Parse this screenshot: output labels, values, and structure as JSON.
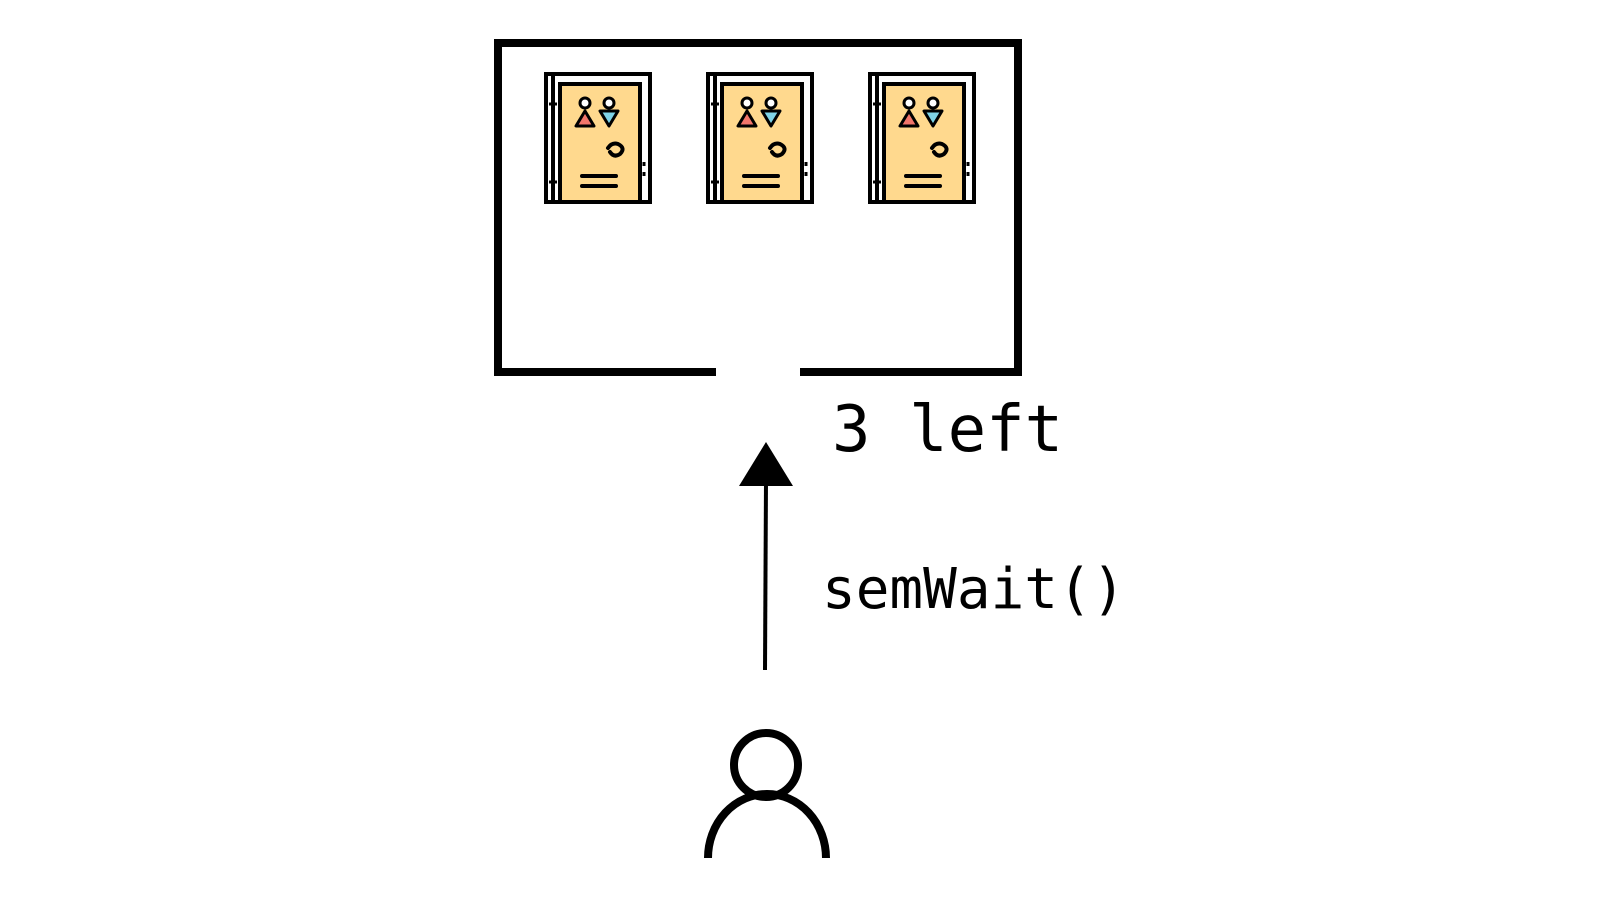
{
  "semaphore": {
    "remaining_text": "3 left",
    "operation_text": "semWait()",
    "available_slots": 3
  },
  "room": {
    "doors": [
      {
        "icon": "restroom-door-icon",
        "state": "free"
      },
      {
        "icon": "restroom-door-icon",
        "state": "free"
      },
      {
        "icon": "restroom-door-icon",
        "state": "free"
      }
    ]
  },
  "actor": {
    "icon": "person-icon"
  },
  "colors": {
    "line": "#000000",
    "door_fill": "#FFD98E",
    "female_sign": "#F2766B",
    "male_sign": "#7FD3E6"
  }
}
